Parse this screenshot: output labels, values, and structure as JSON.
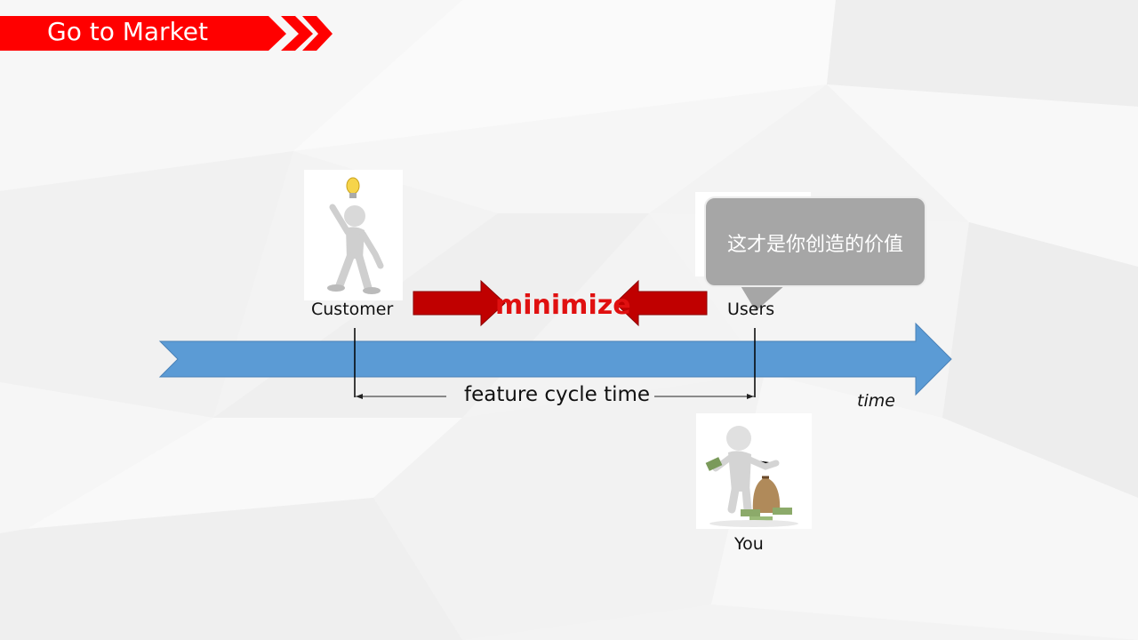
{
  "slide": {
    "title": "Go to Market",
    "customer_label": "Customer",
    "users_label": "Users",
    "you_label": "You",
    "minimize_label": "minimize",
    "feature_cycle_label": "feature cycle time",
    "time_label": "time",
    "callout_text": "这才是你创造的价值"
  },
  "colors": {
    "banner_red": "#ff0000",
    "arrow_blue": "#5b9bd5",
    "arrow_dark_red": "#c00000",
    "minimize_red": "#e01010",
    "callout_gray": "#a6a6a6"
  },
  "icons": [
    "lightbulb-icon",
    "person-pointing-icon",
    "person-with-money-icon"
  ]
}
